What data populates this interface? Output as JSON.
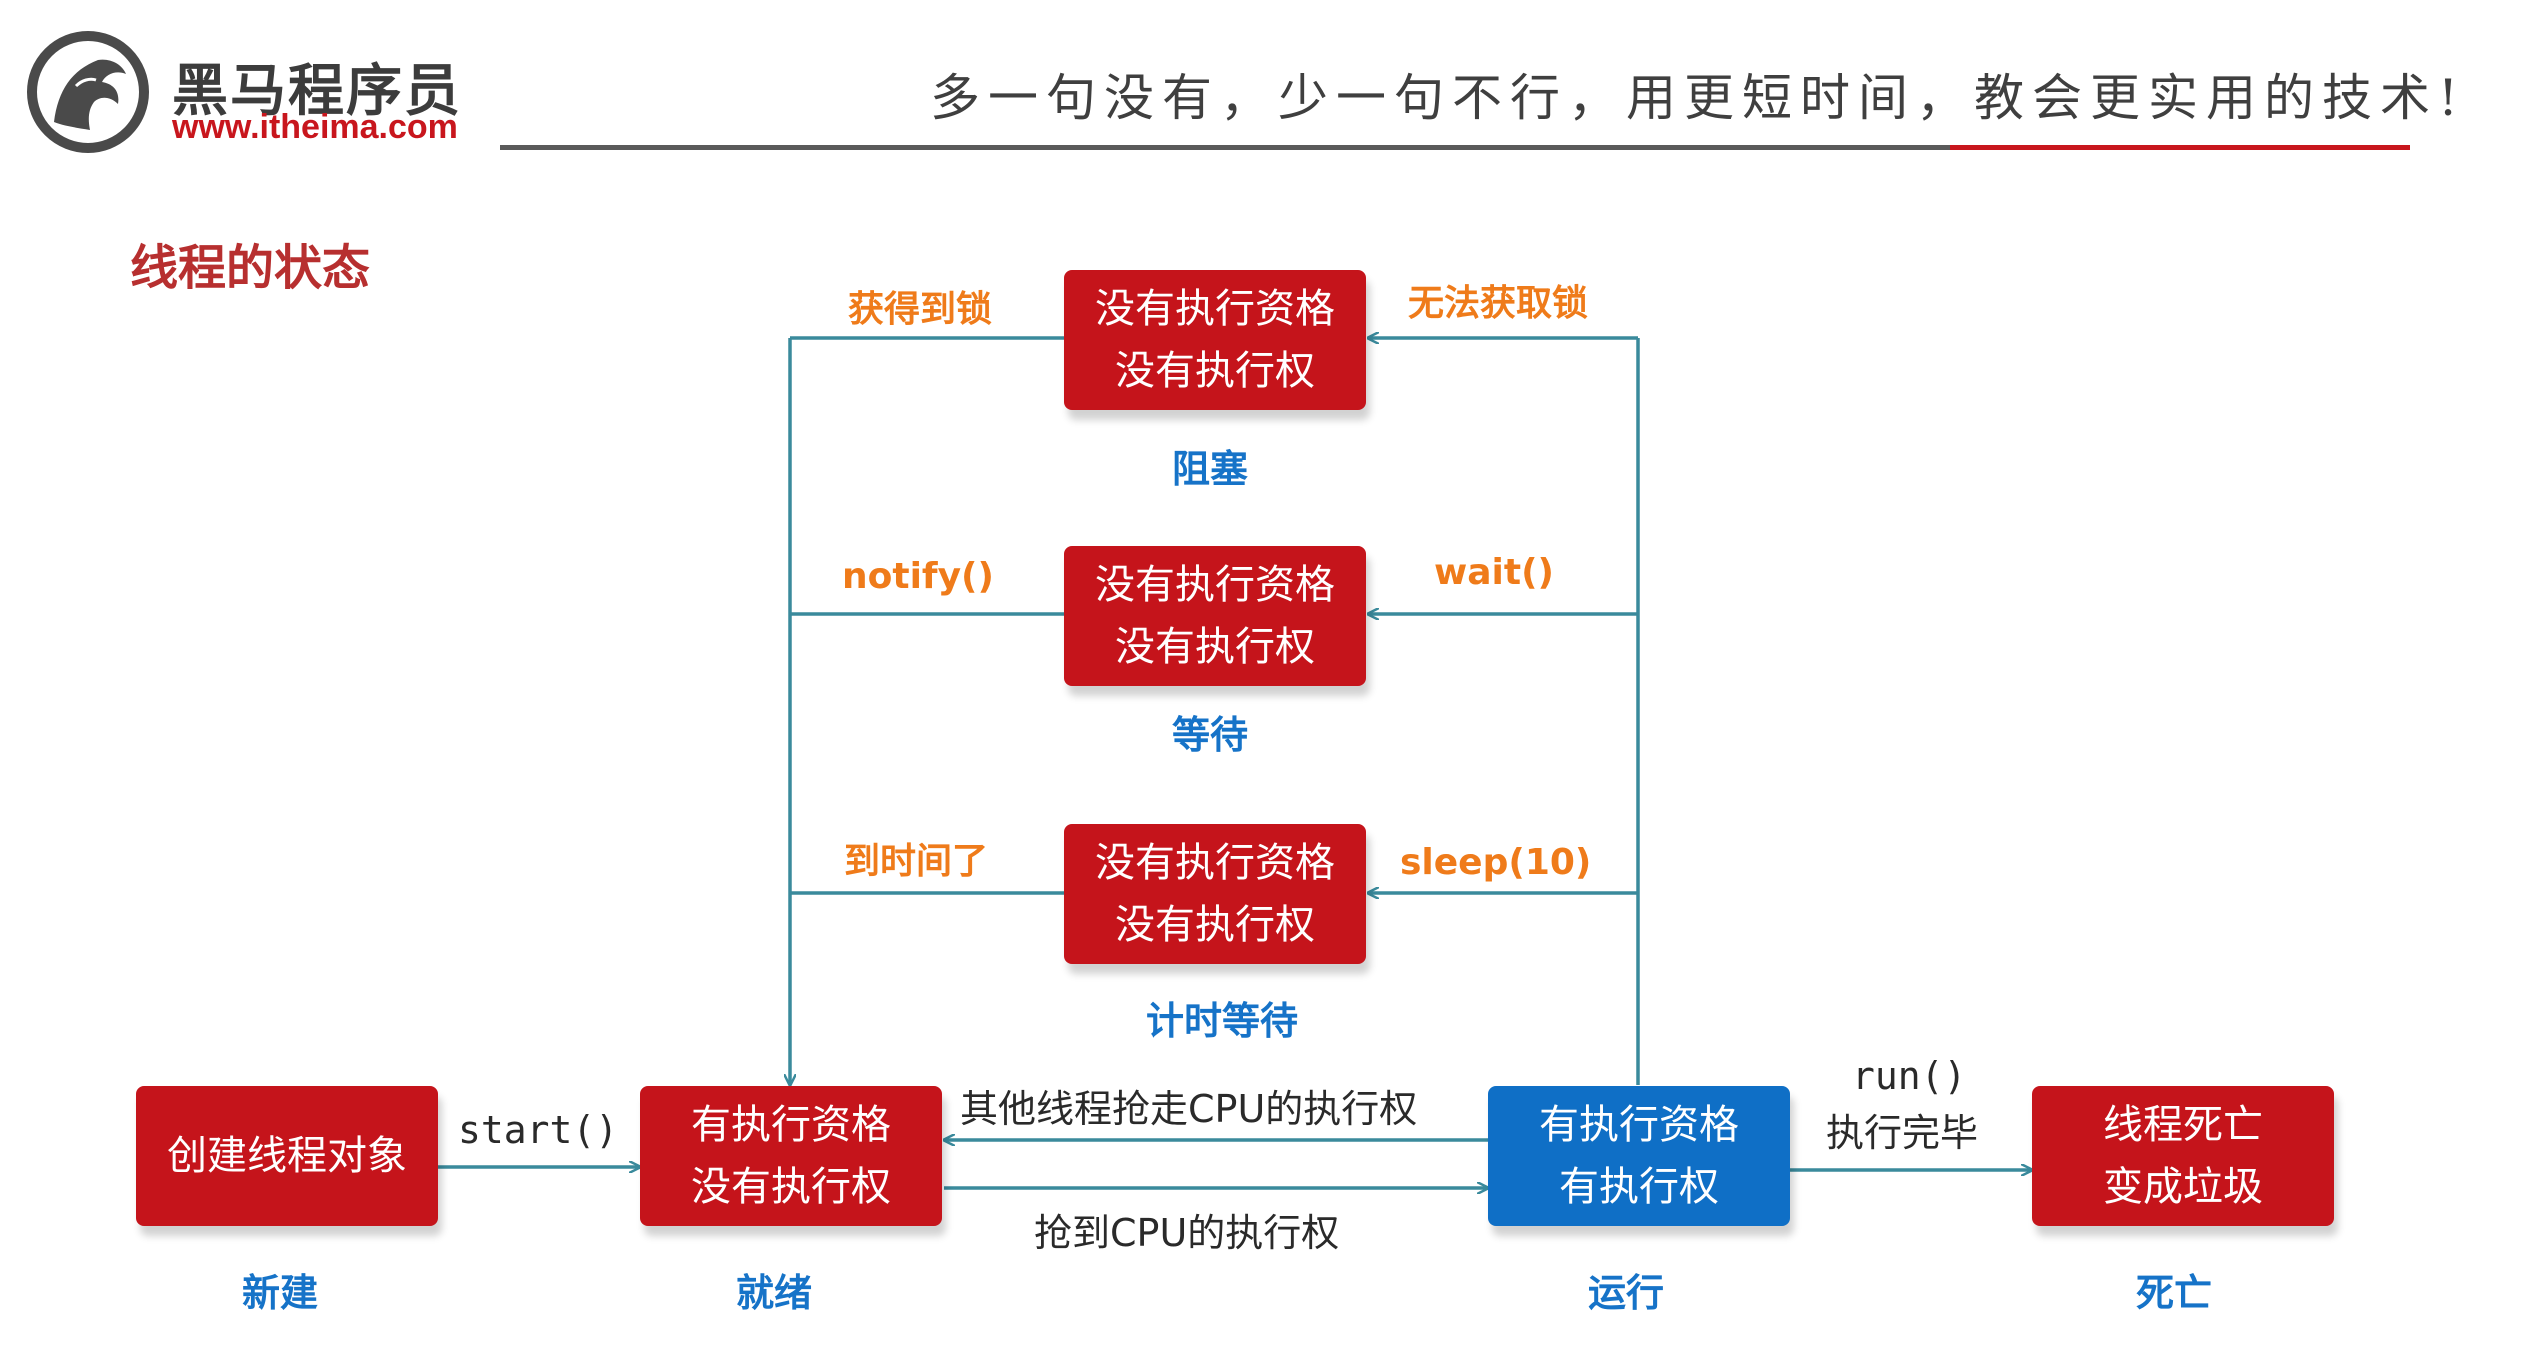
{
  "header": {
    "brand_name": "黑马程序员",
    "brand_url": "www.itheima.com",
    "slogan": "多一句没有，少一句不行，用更短时间，教会更实用的技术!"
  },
  "section_title": "线程的状态",
  "states": {
    "blocked": {
      "line1": "没有执行资格",
      "line2": "没有执行权",
      "label": "阻塞"
    },
    "waiting": {
      "line1": "没有执行资格",
      "line2": "没有执行权",
      "label": "等待"
    },
    "timed_wait": {
      "line1": "没有执行资格",
      "line2": "没有执行权",
      "label": "计时等待"
    },
    "new": {
      "line1": "创建线程对象",
      "label": "新建"
    },
    "runnable": {
      "line1": "有执行资格",
      "line2": "没有执行权",
      "label": "就绪"
    },
    "running": {
      "line1": "有执行资格",
      "line2": "有执行权",
      "label": "运行"
    },
    "terminated": {
      "line1": "线程死亡",
      "line2": "变成垃圾",
      "label": "死亡"
    }
  },
  "transitions": {
    "get_lock": "获得到锁",
    "no_lock": "无法获取锁",
    "notify": "notify()",
    "wait": "wait()",
    "time_up": "到时间了",
    "sleep": "sleep(10)",
    "start": "start()",
    "cpu_taken": "其他线程抢走CPU的执行权",
    "cpu_got": "抢到CPU的执行权",
    "run_line1": "run()",
    "run_line2": "执行完毕"
  },
  "colors": {
    "state_red": "#c5141b",
    "state_blue": "#0f6fc6",
    "label_blue": "#1673c8",
    "label_orange": "#ef7b1a",
    "arrow_teal": "#3a8a9c",
    "title_red": "#b72f2f"
  }
}
